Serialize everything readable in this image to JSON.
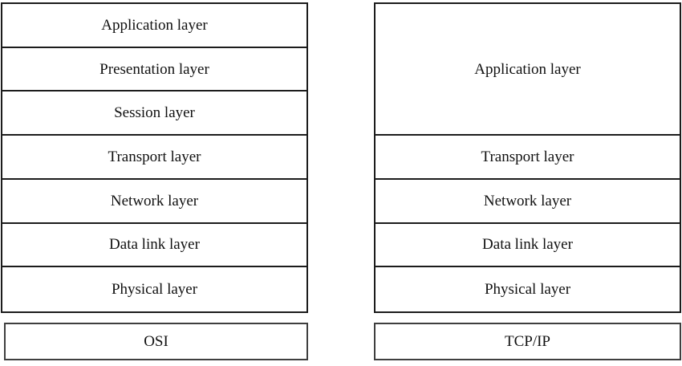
{
  "diagram": {
    "description": "Comparison of OSI reference model layers and TCP/IP model layers",
    "colors": {
      "background": "#ffffff",
      "stack_border": "#1c1c1c",
      "model_box_border": "#3f3f3f",
      "text": "#111111"
    },
    "columns": [
      {
        "model": "OSI",
        "layers": [
          "Application layer",
          "Presentation layer",
          "Session layer",
          "Transport layer",
          "Network layer",
          "Data link layer",
          "Physical layer"
        ],
        "row_spans": [
          1,
          1,
          1,
          1,
          1,
          1,
          1
        ]
      },
      {
        "model": "TCP/IP",
        "layers": [
          "Application layer",
          "Transport layer",
          "Network layer",
          "Data link layer",
          "Physical layer"
        ],
        "row_spans": [
          3,
          1,
          1,
          1,
          1
        ]
      }
    ]
  }
}
